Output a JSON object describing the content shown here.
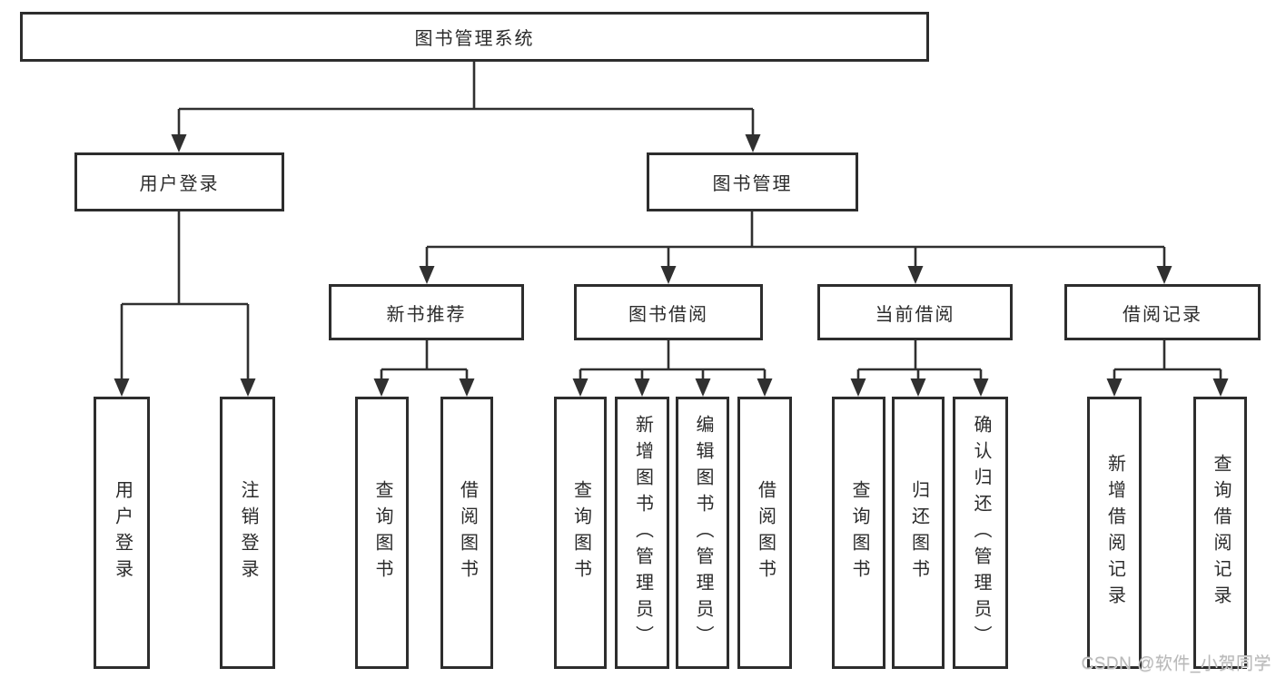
{
  "tree": {
    "root": "图书管理系统",
    "children": [
      {
        "label": "用户登录",
        "children": [
          "用户登录",
          "注销登录"
        ]
      },
      {
        "label": "图书管理",
        "children": [
          {
            "label": "新书推荐",
            "children": [
              "查询图书",
              "借阅图书"
            ]
          },
          {
            "label": "图书借阅",
            "children": [
              "查询图书",
              "新增图书（管理员）",
              "编辑图书（管理员）",
              "借阅图书"
            ]
          },
          {
            "label": "当前借阅",
            "children": [
              "查询图书",
              "归还图书",
              "确认归还（管理员）"
            ]
          },
          {
            "label": "借阅记录",
            "children": [
              "新增借阅记录",
              "查询借阅记录"
            ]
          }
        ]
      }
    ]
  },
  "watermark": "CSDN @软件_小贺同学",
  "colors": {
    "box_border": "#2d2d2d",
    "connector_line": "#303030",
    "text": "#2b2b2b",
    "watermark_text": "#b9b9b9",
    "background": "#ffffff"
  }
}
